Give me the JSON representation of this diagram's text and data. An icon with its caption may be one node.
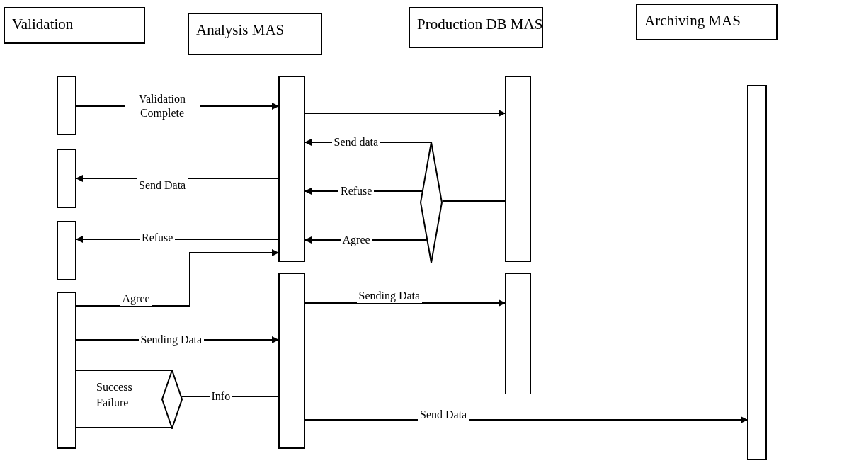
{
  "diagram": {
    "nodes": [
      {
        "text": [
          "Validation"
        ]
      },
      {
        "text": [
          "Analysis MAS"
        ]
      },
      {
        "text": [
          "Production DB MAS"
        ]
      },
      {
        "text": [
          "Archiving MAS"
        ]
      },
      {
        "text": [],
        "shape": "bar"
      },
      {
        "text": [],
        "shape": "bar"
      },
      {
        "text": [],
        "shape": "bar"
      },
      {
        "text": [],
        "shape": "bar"
      },
      {
        "text": [],
        "shape": "bar"
      },
      {
        "text": [],
        "shape": "bar"
      },
      {
        "text": [],
        "shape": "bar"
      },
      {
        "text": [],
        "shape": "bar"
      },
      {
        "text": [],
        "shape": "bar"
      },
      {
        "text": [],
        "shape": "diamond"
      },
      {
        "text": [
          "Success Failure"
        ]
      },
      {
        "text": [],
        "shape": "diamond"
      }
    ],
    "edges": [
      {
        "from": 4,
        "to": 8,
        "arrow": "to",
        "label": "Validation Complete"
      },
      {
        "from": 8,
        "to": 10,
        "arrow": "to"
      },
      {
        "from": 13,
        "to": 8,
        "arrow": "to",
        "label": "Send data"
      },
      {
        "from": 13,
        "to": 8,
        "arrow": "to",
        "label": "Refuse"
      },
      {
        "from": 13,
        "to": 8,
        "arrow": "to",
        "label": "Agree"
      },
      {
        "from": 10,
        "to": 13,
        "arrow": "none"
      },
      {
        "from": 8,
        "to": 5,
        "arrow": "to",
        "label": "Send Data"
      },
      {
        "from": 8,
        "to": 6,
        "arrow": "to",
        "label": "Refuse"
      },
      {
        "from": 7,
        "to": 8,
        "arrow": "to",
        "label": "Agree"
      },
      {
        "from": 7,
        "to": 9,
        "arrow": "to",
        "label": "Sending Data"
      },
      {
        "from": 9,
        "to": 11,
        "arrow": "to",
        "label": "Sending Data"
      },
      {
        "from": 9,
        "to": 15,
        "arrow": "none",
        "label": "Info"
      },
      {
        "from": 9,
        "to": 12,
        "arrow": "to",
        "label": "Send Data"
      }
    ]
  }
}
